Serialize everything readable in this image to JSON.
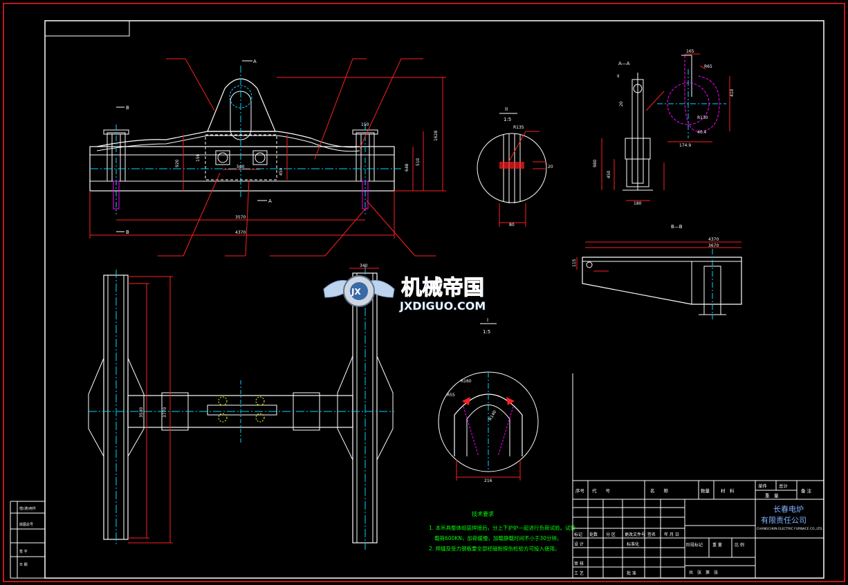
{
  "view_labels": {
    "section_a": "A",
    "section_b": "B",
    "section_aa": "A—A",
    "section_bb": "B—B",
    "detail_ii": "II",
    "detail_i": "I",
    "scale_15": "1:5"
  },
  "dimensions_front": {
    "d3570": "3570",
    "d4370": "4370",
    "d1628": "1628",
    "d510": "510",
    "d648": "648",
    "d450": "450",
    "d500": "500",
    "d920": "920",
    "d150": "150",
    "d156": "156"
  },
  "dimensions_plan": {
    "d340": "340",
    "d3530": "3530",
    "d3770": "3770"
  },
  "dimensions_detail": {
    "r135": "R135",
    "d20": "20",
    "d80": "80",
    "r160": "R160",
    "r55": "R55",
    "r140": "R140",
    "d216": "216"
  },
  "dimensions_aa": {
    "r65": "R65",
    "r130": "R130",
    "d165": "165",
    "d410": "410",
    "d980": "980",
    "d450b": "450",
    "d180": "180",
    "d20b": "20",
    "d174": "174.9",
    "d40": "40.4"
  },
  "dimensions_bb": {
    "d4370": "4370",
    "d3670": "3670",
    "d115": "115"
  },
  "watermark": {
    "brand_cn": "机械帝国",
    "brand_url": "JXDIGUO.COM",
    "logo_letters": "JX"
  },
  "tech_requirements": {
    "heading": "技术要求",
    "line1": "1. 本吊具整体组装焊接后，分上下护炉—起进行负荷试验。试验",
    "line2": "载荷600KN，加荷缓慢，加载静载时间不小于30分钟。",
    "line3": "2. 焊缝及受力钢板要全部经磁粉探伤检验方可投入使用。"
  },
  "title_block": {
    "h_seq": "序号",
    "h_code": "代　　号",
    "h_name": "名　　称",
    "h_qty": "数量",
    "h_material": "材　料",
    "h_single": "单件",
    "h_total": "总计",
    "h_weight": "重　量",
    "h_note": "备 注",
    "company_cn_1": "长春电炉",
    "company_cn_2": "有限责任公司",
    "company_en": "CHANGCHUN ELECTRIC FURNACE CO.,LTD.",
    "r_mark": "标记",
    "r_count": "处数",
    "r_zone": "分 区",
    "r_doc": "更改文件号",
    "r_sign": "签名",
    "r_date": "年 月 日",
    "r_design": "设 计",
    "r_standard": "标准化",
    "r_stage": "阶段标记",
    "r_weight": "重 量",
    "r_scale": "比 例",
    "r_review": "审 核",
    "r_process": "工 艺",
    "r_approve": "批 准",
    "r_sheets": "共　张　第　张"
  },
  "side_block": {
    "row1": "借(通)用件",
    "row2": "底图总号",
    "row3": "签 字",
    "row4": "日 期"
  }
}
